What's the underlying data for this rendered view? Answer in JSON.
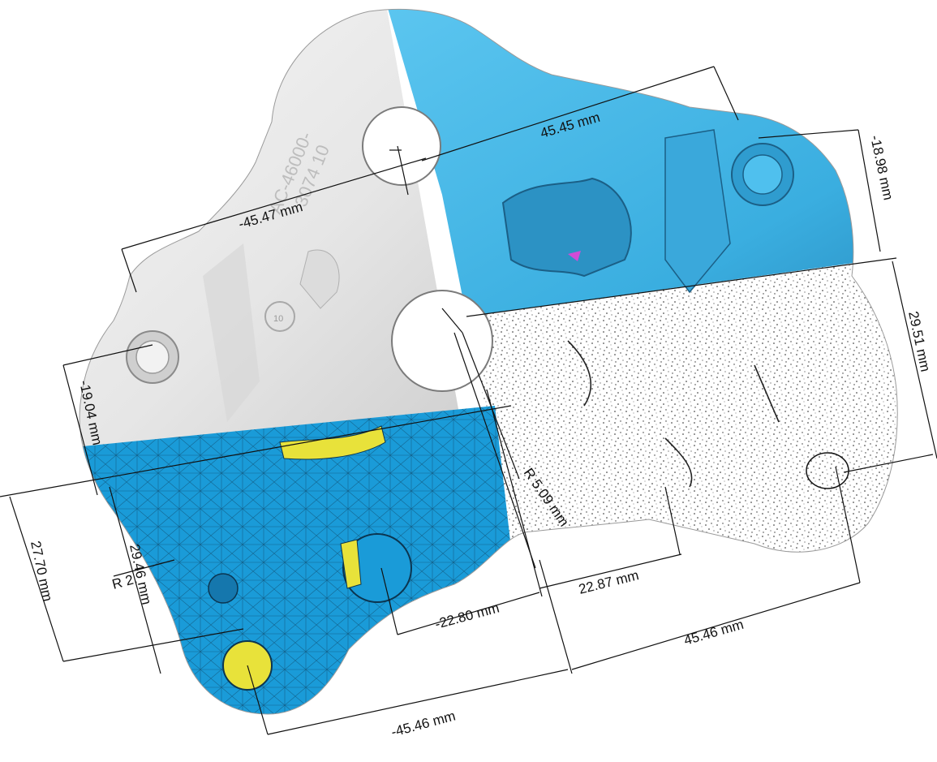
{
  "colors": {
    "background": "#ffffff",
    "cad_blue": "#45b9ea",
    "cad_blue_dark": "#1d6f99",
    "mesh_blue": "#1a9bd8",
    "scan_white": "#eeeeee",
    "highlight_yellow": "#e8e23a",
    "marker_magenta": "#d24bd6",
    "dimension_line": "#111111"
  },
  "part": {
    "engraving_line1": "AC-46000-",
    "engraving_line2": "3074 10",
    "stamp_number": "10"
  },
  "dimensions": {
    "d_45_45": "45.45 mm",
    "d_neg_45_47": "-45.47 mm",
    "d_neg_18_98": "-18.98 mm",
    "d_29_51": "29.51 mm",
    "d_neg_19_04": "-19.04 mm",
    "d_27_70": "27.70 mm",
    "d_29_46": "29.46 mm",
    "d_radius_small": "R 2.",
    "d_radius_5_09": "R 5.09 mm",
    "d_22_87": "22.87 mm",
    "d_neg_22_80": "-22.80 mm",
    "d_45_46": "45.46 mm",
    "d_neg_45_46": "-45.46 mm"
  }
}
